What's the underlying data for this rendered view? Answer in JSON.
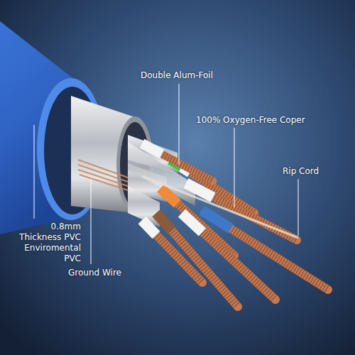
{
  "diagram": {
    "labels": [
      "Double Alum-Foil",
      "100% Oxygen-Free Coper",
      "Rip Cord",
      "0.8mm Thickness PVC Enviromental PVC",
      "Ground Wire"
    ]
  }
}
